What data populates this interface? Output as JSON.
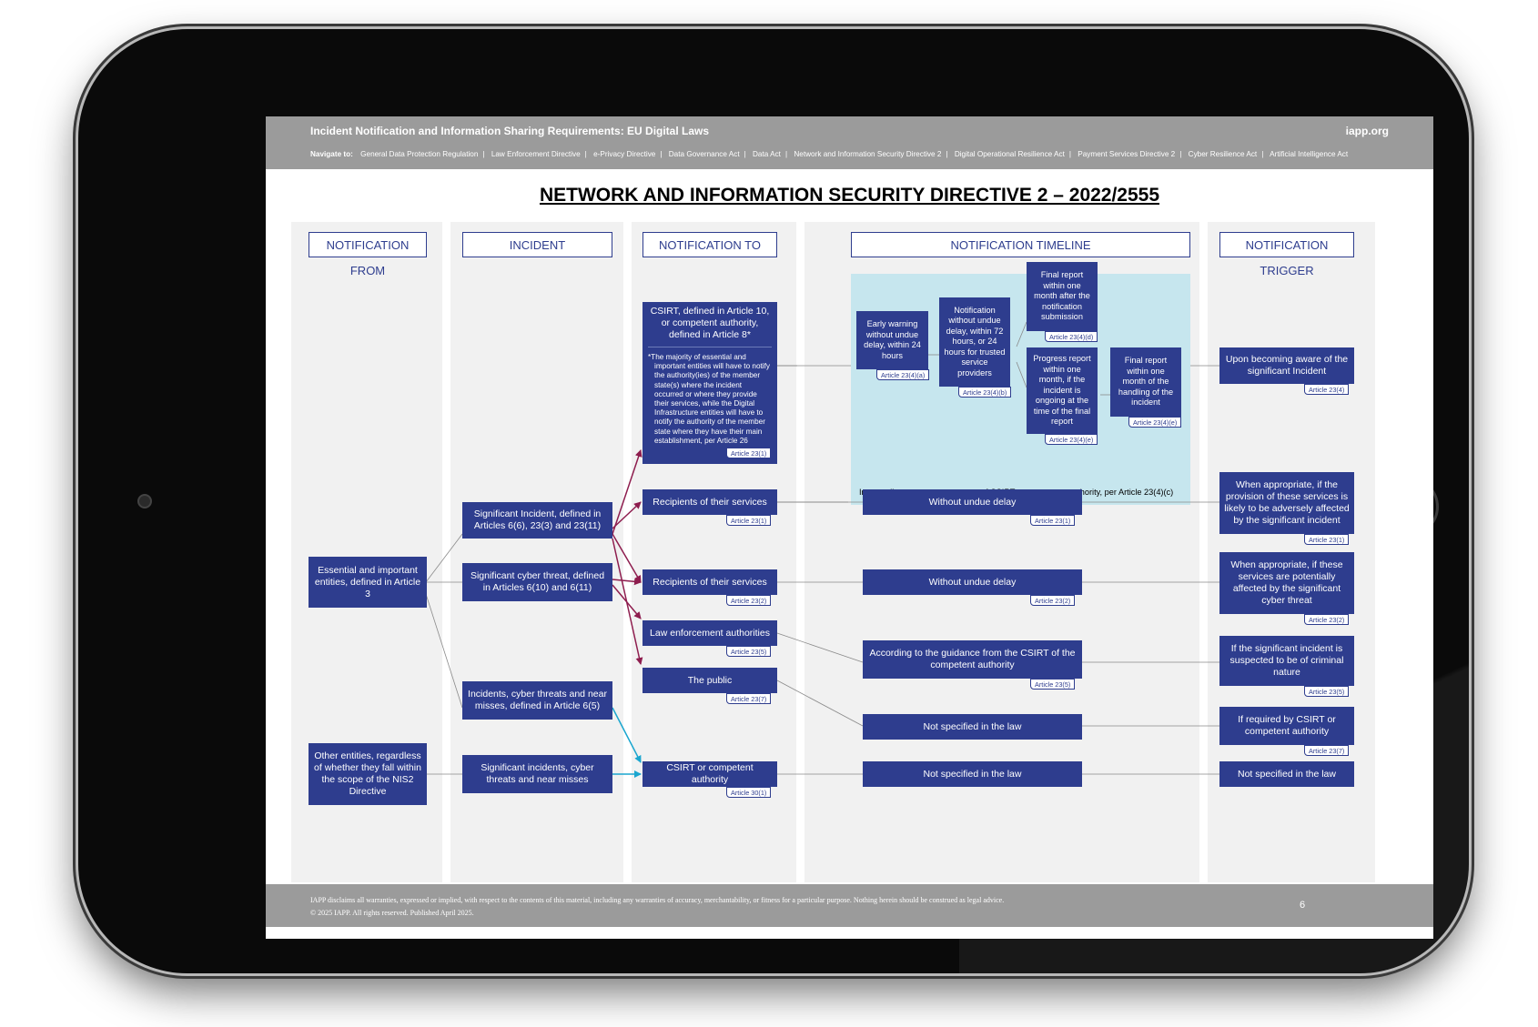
{
  "header": {
    "title": "Incident Notification and Information Sharing Requirements: EU Digital Laws",
    "site": "iapp.org",
    "nav_label": "Navigate to:",
    "nav_items": [
      "General Data Protection Regulation",
      "Law Enforcement Directive",
      "e-Privacy Directive",
      "Data Governance Act",
      "Data Act",
      "Network and Information Security Directive 2",
      "Digital Operational Resilience Act",
      "Payment Services Directive 2",
      "Cyber Resilience Act",
      "Artificial Intelligence Act"
    ]
  },
  "page_title": "NETWORK AND INFORMATION SECURITY DIRECTIVE 2 – 2022/2555",
  "columns": {
    "from": "NOTIFICATION FROM",
    "incident": "INCIDENT",
    "to": "NOTIFICATION TO",
    "timeline": "NOTIFICATION TIMELINE",
    "trigger": "NOTIFICATION TRIGGER"
  },
  "from": {
    "essential": "Essential and important entities, defined in Article 3",
    "other": "Other entities, regardless of whether they fall within the scope of the NIS2 Directive"
  },
  "incidents": {
    "significant": "Significant Incident, defined in Articles 6(6), 23(3) and 23(11)",
    "cyber_threat": "Significant cyber threat, defined in Articles 6(10) and 6(11)",
    "near_miss": "Incidents, cyber threats and near misses, defined in Article 6(5)",
    "other": "Significant incidents, cyber threats and near misses"
  },
  "to": {
    "csirt": "CSIRT, defined in Article 10, or competent authority, defined in Article 8*",
    "csirt_note": "*The majority of essential and important entities will have to notify the authority(ies) of the member state(s) where the incident occurred or where they provide their services, while the Digital Infrastructure entities will have to notify the authority of the member state where they have their main establishment, per Article 26",
    "csirt_ref": "Article 23(1)",
    "recipients_1": "Recipients of their services",
    "recipients_1_ref": "Article 23(1)",
    "recipients_2": "Recipients of their services",
    "recipients_2_ref": "Article 23(2)",
    "law": "Law enforcement authorities",
    "law_ref": "Article 23(5)",
    "public": "The public",
    "public_ref": "Article 23(7)",
    "csirt2": "CSIRT or competent authority",
    "csirt2_ref": "Article 30(1)"
  },
  "timeline": {
    "early": "Early warning without undue delay, within 24 hours",
    "early_ref": "Article 23(4)(a)",
    "notif": "Notification without undue delay, within 72 hours, or 24 hours for trusted service providers",
    "notif_ref": "Article 23(4)(b)",
    "final": "Final report within one month after the notification submission",
    "final_ref": "Article 23(4)(d)",
    "progress": "Progress report within one month, if the incident is ongoing at the time of the final report",
    "progress_ref": "Article 23(4)(e)",
    "final2": "Final report within one month of the handling of the incident",
    "final2_ref": "Article 23(4)(e)",
    "intermediate": "Intermediate report, at a request of CSIRT or competent authority, per Article 23(4)(c)",
    "undue1": "Without undue delay",
    "undue1_ref": "Article 23(1)",
    "undue2": "Without undue delay",
    "undue2_ref": "Article 23(2)",
    "guidance": "According to the guidance from the CSIRT of the competent authority",
    "guidance_ref": "Article 23(5)",
    "notspec1": "Not specified in the law",
    "notspec2": "Not specified in the law"
  },
  "trigger": {
    "aware": "Upon becoming aware of the significant Incident",
    "aware_ref": "Article 23(4)",
    "appropriate1": "When appropriate, if the provision of these services is likely to be adversely affected by the significant incident",
    "appropriate1_ref": "Article 23(1)",
    "appropriate2": "When appropriate, if these services are potentially affected by the significant cyber threat",
    "appropriate2_ref": "Article 23(2)",
    "criminal": "If the significant incident is suspected to be of criminal nature",
    "criminal_ref": "Article 23(5)",
    "required": "If required by CSIRT or competent authority",
    "required_ref": "Article 23(7)",
    "notspec": "Not specified in the law"
  },
  "footer": {
    "disclaimer": "IAPP disclaims all warranties, expressed or implied, with respect to the contents of this material, including any warranties of accuracy, merchantability, or fitness for a particular purpose. Nothing herein should be construed as legal advice.",
    "copyright": "© 2025 IAPP. All rights reserved. Published April 2025.",
    "page": "6"
  },
  "colors": {
    "box": "#2e3d8e",
    "arrow_primary": "#8e1d4e",
    "arrow_secondary": "#1aa6cf",
    "timeline_bg": "#c6e6ee"
  }
}
